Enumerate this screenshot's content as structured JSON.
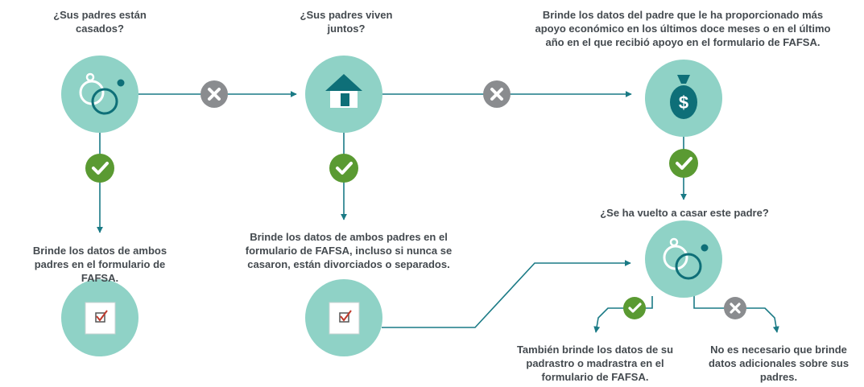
{
  "nodes": {
    "q1": [
      "¿Sus padres están",
      "casados?"
    ],
    "q2": [
      "¿Sus padres viven",
      "juntos?"
    ],
    "q3": [
      "Brinde los datos del padre que le ha proporcionado más",
      "apoyo económico en los últimos doce meses o en el último",
      "año en el que recibió apoyo en el formulario de FAFSA."
    ],
    "b1": [
      "Brinde los datos de ambos",
      "padres en el formulario de FAFSA."
    ],
    "b2": [
      "Brinde los datos de ambos padres en el",
      "formulario de FAFSA, incluso si nunca se",
      "casaron, están divorciados o separados."
    ],
    "q4": [
      "¿Se ha vuelto a casar este padre?"
    ],
    "l1": [
      "También brinde los datos de su",
      "padrastro o madrastra en el",
      "formulario de FAFSA."
    ],
    "l2": [
      "No es necesario que brinde",
      "datos adicionales sobre sus",
      "padres."
    ]
  },
  "icons": {
    "rings": "interlocking-rings-icon",
    "house": "house-icon",
    "money": "money-bag-icon",
    "form": "checkbox-form-icon",
    "yes": "check-icon",
    "no": "x-icon",
    "money_symbol": "$"
  },
  "colors": {
    "teal_circle": "#8fd2c6",
    "teal_dark": "#0e6f78",
    "line": "#1a7a85",
    "yes_green": "#5a9a32",
    "no_gray": "#8a8c8f",
    "text": "#444a4f",
    "checkbox_red": "#c0392b"
  }
}
